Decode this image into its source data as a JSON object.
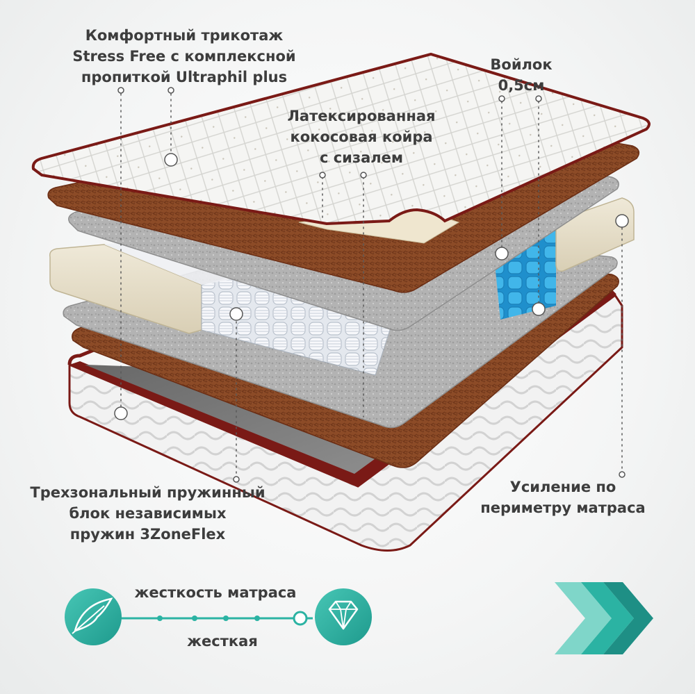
{
  "callouts": {
    "fabric": [
      "Комфортный трикотаж",
      "Stress Free с комплексной",
      "пропиткой Ultraphil plus"
    ],
    "felt": [
      "Войлок",
      "0,5см"
    ],
    "coir": [
      "Латексированная",
      "кокосовая койра",
      "с сизалем"
    ],
    "spring_block": [
      "Трехзональный пружинный",
      "блок независимых",
      "пружин 3ZoneFlex"
    ],
    "perimeter": [
      "Усиление по",
      "периметру матраса"
    ]
  },
  "hardness": {
    "title": "жесткость матраса",
    "value": "жесткая",
    "left_icon": "feather-icon",
    "right_icon": "diamond-icon",
    "level_fraction": 1.0
  },
  "decor": {
    "arrows_icon": "chevrons-right-icon"
  },
  "colors": {
    "accent_teal": "#2bb3a3",
    "accent_teal_dark": "#1e8f85",
    "piping": "#7a1a16",
    "coir": "#8a4a26",
    "felt": "#a8a8a8",
    "foam": "#e8e0cc",
    "springs_blue": "#39a9e0"
  }
}
